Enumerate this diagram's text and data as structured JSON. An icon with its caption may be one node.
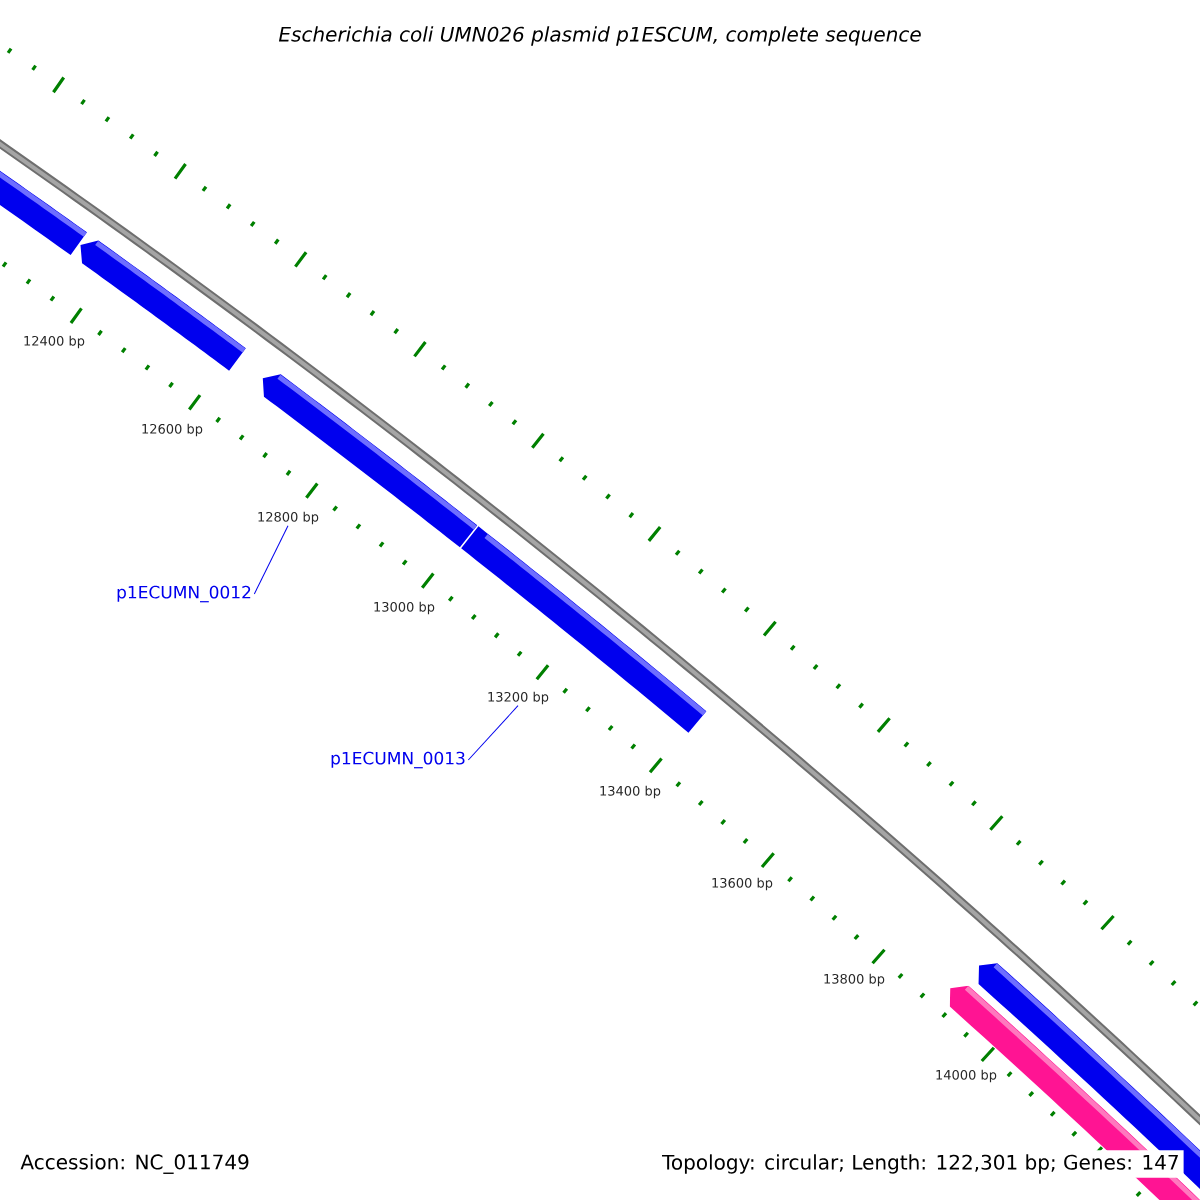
{
  "diagram": {
    "title": "Escherichia coli UMN026 plasmid p1ESCUM, complete sequence",
    "nodes": [
      {
        "text": [
          "p1ECUMN_0012"
        ]
      },
      {
        "text": [
          "p1ECUMN_0013"
        ]
      },
      {
        "text": [
          "12800 bp"
        ]
      },
      {
        "text": [
          "13200 bp"
        ]
      }
    ],
    "edges": [
      {
        "from": 0,
        "to": 2,
        "arrow": "none"
      },
      {
        "from": 1,
        "to": 3,
        "arrow": "none"
      }
    ],
    "labels": [
      "12400 bp",
      "12600 bp",
      "13000 bp",
      "13400 bp",
      "13600 bp",
      "13800 bp",
      "14000 bp",
      "Accession: NC_011749",
      "Topology: circular; Length: 122,301 bp; Genes: 147"
    ]
  }
}
